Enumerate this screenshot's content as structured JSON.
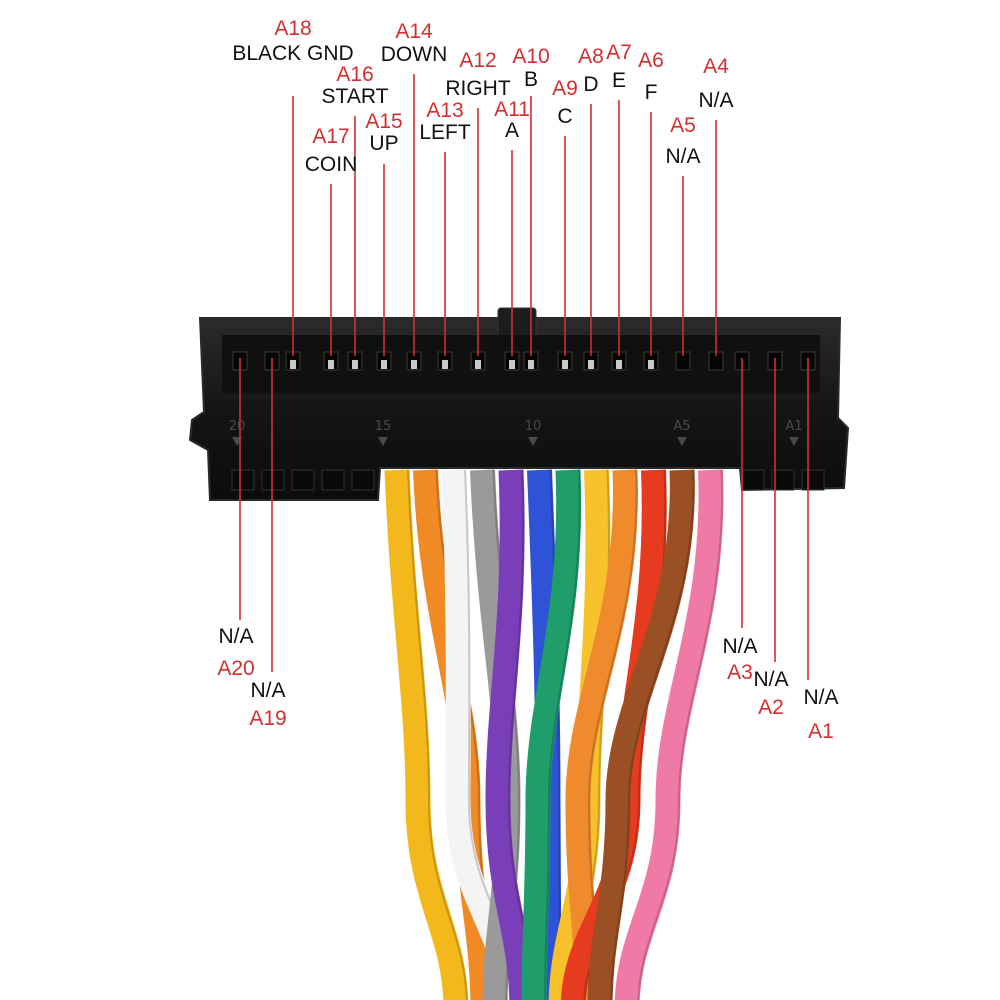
{
  "diagram": {
    "colors": {
      "connector_body": "#141414",
      "connector_edge": "#2a2a2a",
      "leader_line": "#d32f2f",
      "pin_label": "#d32f2f",
      "signal_label": "#111111",
      "contact": "#c9c9c9"
    },
    "housing_marks": [
      "20",
      "15",
      "10",
      "A5",
      "A1"
    ],
    "pins": [
      {
        "pin": "A18",
        "signal": "BLACK GND"
      },
      {
        "pin": "A17",
        "signal": "COIN"
      },
      {
        "pin": "A16",
        "signal": "START"
      },
      {
        "pin": "A15",
        "signal": "UP"
      },
      {
        "pin": "A14",
        "signal": "DOWN"
      },
      {
        "pin": "A13",
        "signal": "LEFT"
      },
      {
        "pin": "A12",
        "signal": "RIGHT"
      },
      {
        "pin": "A11",
        "signal": "A"
      },
      {
        "pin": "A10",
        "signal": "B"
      },
      {
        "pin": "A9",
        "signal": "C"
      },
      {
        "pin": "A8",
        "signal": "D"
      },
      {
        "pin": "A7",
        "signal": "E"
      },
      {
        "pin": "A6",
        "signal": "F"
      },
      {
        "pin": "A5",
        "signal": "N/A"
      },
      {
        "pin": "A4",
        "signal": "N/A"
      },
      {
        "pin": "A20",
        "signal": "N/A"
      },
      {
        "pin": "A19",
        "signal": "N/A"
      },
      {
        "pin": "A3",
        "signal": "N/A"
      },
      {
        "pin": "A2",
        "signal": "N/A"
      },
      {
        "pin": "A1",
        "signal": "N/A"
      }
    ],
    "wires": [
      {
        "color": "#f2b81c"
      },
      {
        "color": "#f08a24"
      },
      {
        "color": "#f4f4f4"
      },
      {
        "color": "#9a9a9a"
      },
      {
        "color": "#7a3fb8"
      },
      {
        "color": "#2f53d6"
      },
      {
        "color": "#1f9e6b"
      },
      {
        "color": "#f6c12a"
      },
      {
        "color": "#ef8b2c"
      },
      {
        "color": "#e63b1f"
      },
      {
        "color": "#9b4f24"
      },
      {
        "color": "#f07aa6"
      }
    ]
  }
}
